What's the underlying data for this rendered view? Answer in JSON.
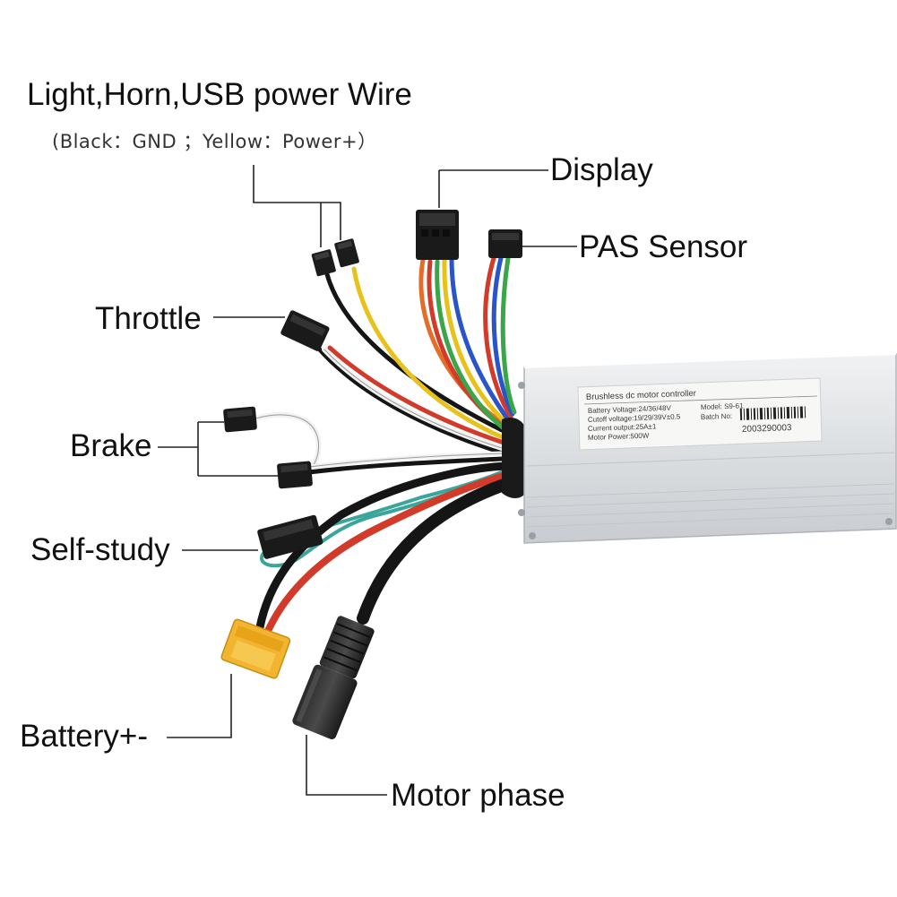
{
  "labels": {
    "light_horn_usb": "Light,Horn,USB power Wire",
    "light_horn_usb_note": "(Black：GND ；Yellow：Power+）",
    "display": "Display",
    "pas_sensor": "PAS Sensor",
    "throttle": "Throttle",
    "brake": "Brake",
    "self_study": "Self-study",
    "battery": "Battery+-",
    "motor_phase": "Motor phase"
  },
  "controller": {
    "sticker_title": "Brushless dc motor controller",
    "battery_voltage": "Battery Voltage:24/36/48V",
    "cutoff_voltage": "Cutoff voltage:19/29/39V±0.5",
    "current_output": "Current output:25A±1",
    "motor_power": "Motor Power:500W",
    "model": "Model: S9-61",
    "batch_label": "Batch No:",
    "batch_number": "2003290003"
  },
  "colors": {
    "wire_black": "#151515",
    "wire_red": "#d23a2a",
    "wire_yellow": "#e8c21a",
    "wire_green": "#3aa64a",
    "wire_blue": "#2a55c8",
    "wire_white": "#f2f2f2",
    "wire_teal": "#3aa59a",
    "housing": "#e3e5e7",
    "xt60": "#f2b531"
  }
}
